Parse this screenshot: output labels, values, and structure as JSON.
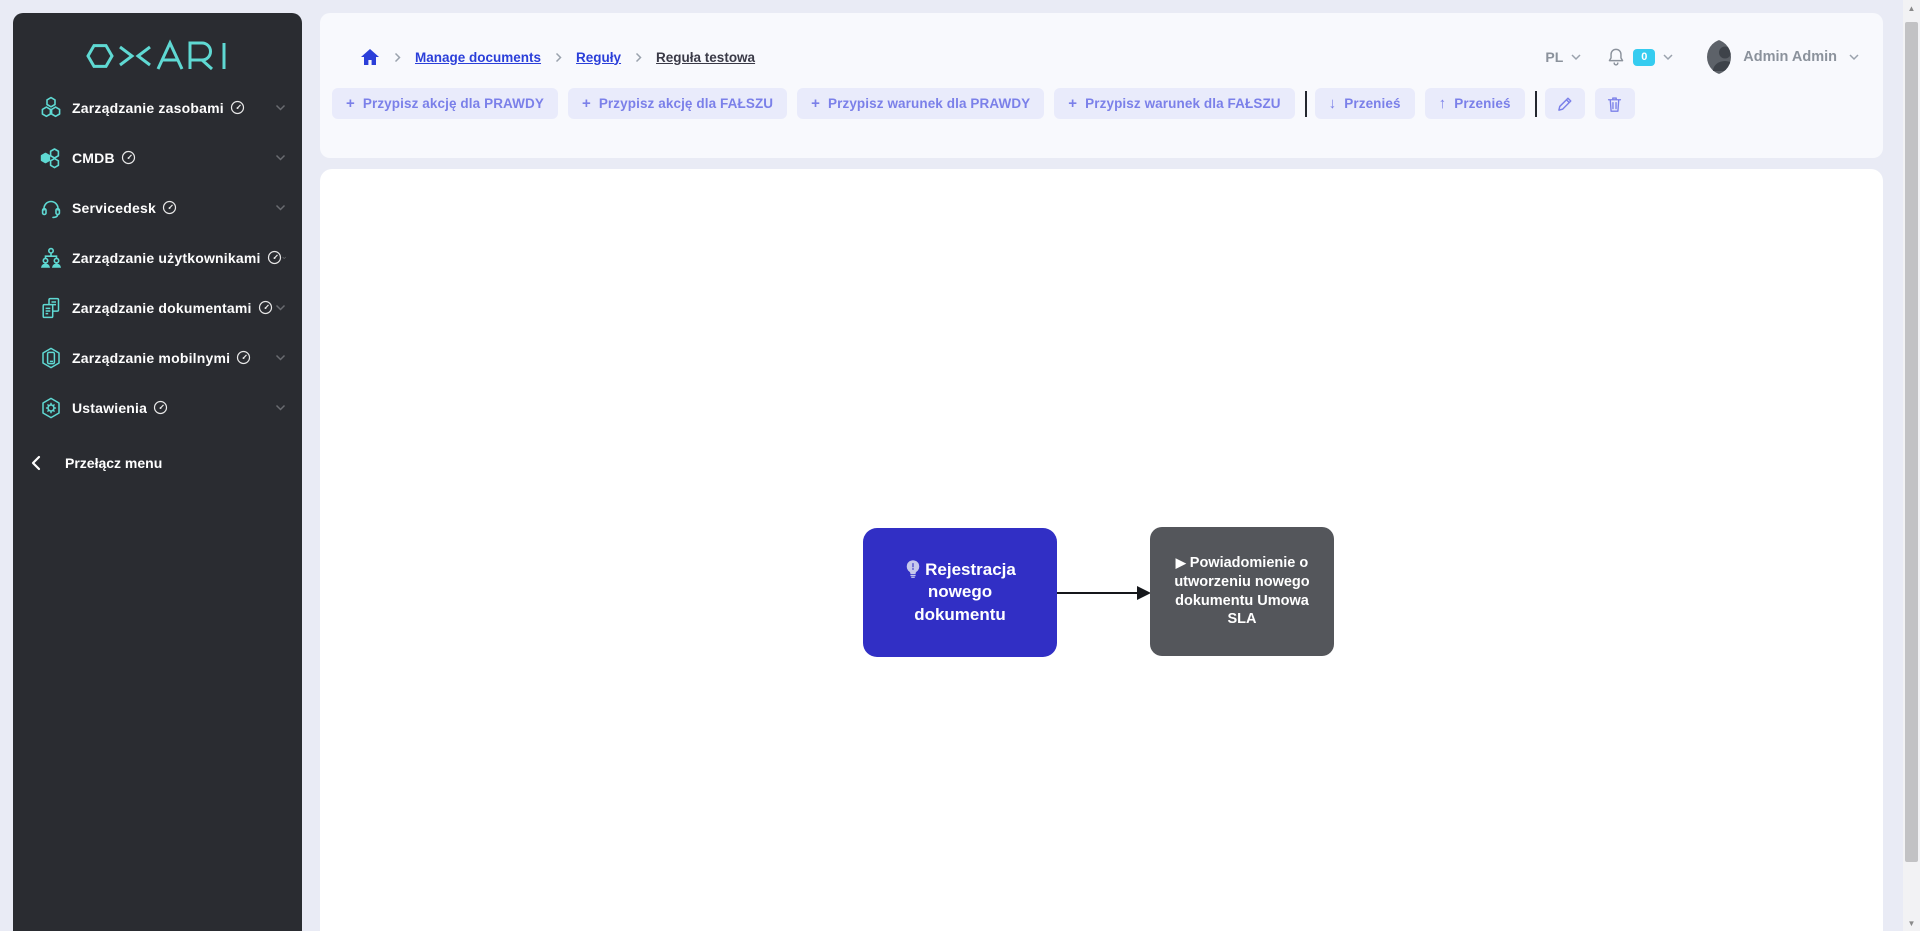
{
  "brand": {
    "name": "OXARI"
  },
  "sidebar": {
    "items": [
      {
        "label": "Zarządzanie zasobami"
      },
      {
        "label": "CMDB"
      },
      {
        "label": "Servicedesk"
      },
      {
        "label": "Zarządzanie użytkownikami"
      },
      {
        "label": "Zarządzanie dokumentami"
      },
      {
        "label": "Zarządzanie mobilnymi"
      },
      {
        "label": "Ustawienia"
      }
    ],
    "toggle_label": "Przełącz menu"
  },
  "breadcrumb": {
    "link_documents": "Manage documents",
    "link_rules": "Reguły",
    "current": "Reguła testowa"
  },
  "userbar": {
    "language": "PL",
    "notification_count": "0",
    "user_name": "Admin Admin"
  },
  "toolbar": {
    "assign_action_true": "Przypisz akcję dla PRAWDY",
    "assign_action_false": "Przypisz akcję dla FAŁSZU",
    "assign_condition_true": "Przypisz warunek dla PRAWDY",
    "assign_condition_false": "Przypisz warunek dla FAŁSZU",
    "move_down": "Przenieś",
    "move_up": "Przenieś"
  },
  "icons": {
    "plus": "+",
    "arrow_down": "↓",
    "arrow_up": "↑",
    "play": "▶",
    "scroll_up": "▲",
    "scroll_down": "▼"
  },
  "flow": {
    "trigger_node": {
      "label": "Rejestracja nowego dokumentu",
      "color": "#312fc5"
    },
    "action_node": {
      "label": "Powiadomienie o utworzeniu nowego dokumentu Umowa SLA",
      "color": "#54565b"
    }
  },
  "colors": {
    "sidebar_bg": "#2a2c31",
    "accent_teal": "#5fd9d3",
    "link_blue": "#2b3fd9",
    "button_indigo": "#7b80e9",
    "badge_cyan": "#35ccf0",
    "page_bg": "#e9ebf5"
  }
}
